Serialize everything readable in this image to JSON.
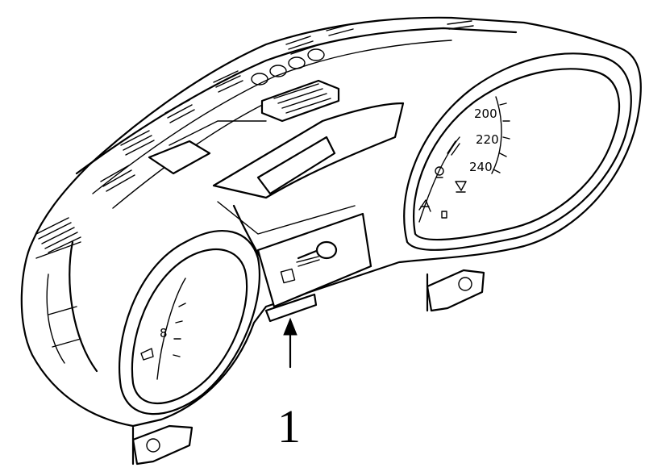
{
  "callout": {
    "number": "1"
  },
  "speedometer": {
    "ticks": [
      "200",
      "220",
      "240"
    ]
  },
  "tachometer": {
    "ticks": [
      "8"
    ]
  },
  "icons": [
    "engine-icon",
    "seatbelt-icon",
    "airbag-icon",
    "lamp-icon",
    "warning-icon"
  ]
}
